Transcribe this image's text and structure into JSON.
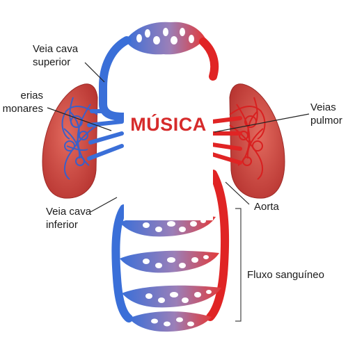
{
  "center_title": "MÚSICA",
  "labels": {
    "veia_cava_superior": [
      "Veia cava",
      "superior"
    ],
    "arterias_pulmonares": [
      "erias",
      "monares"
    ],
    "veias_pulmonares": [
      "Veias",
      "pulmor"
    ],
    "veia_cava_inferior": [
      "Veia cava",
      "inferior"
    ],
    "aorta": "Aorta",
    "fluxo": "Fluxo sanguíneo"
  },
  "colors": {
    "venous": "#3a6fd8",
    "arterial": "#e02424",
    "lung": "#c8423c",
    "title": "#d62b2b"
  }
}
